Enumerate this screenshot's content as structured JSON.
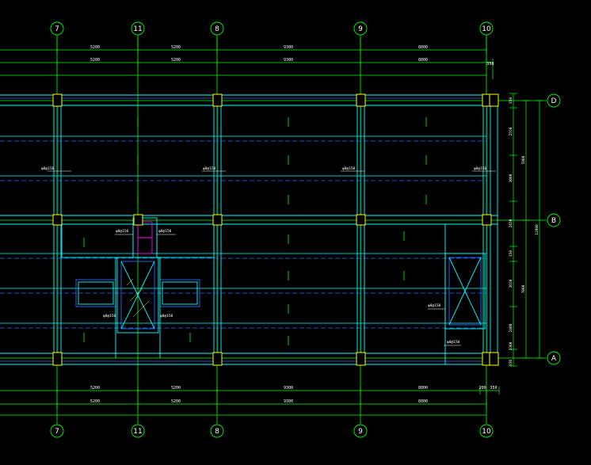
{
  "drawing": {
    "background": "#000000",
    "colors": {
      "gridline": "#00ff00",
      "beam": "#00ffff",
      "beam_inner": "#2a6bff",
      "column": "#ffff00",
      "dashed": "#2a6bff",
      "opening": "#ff00ff",
      "text": "#ffffff",
      "dim": "#00ff00",
      "hatch": "#ffff00"
    },
    "column_axes": [
      "7",
      "11",
      "8",
      "9",
      "10"
    ],
    "row_axes": [
      "D",
      "B",
      "A"
    ],
    "dims_top_row1": [
      "5200",
      "5200",
      "9300",
      "8000"
    ],
    "dims_top_row2": [
      "5200",
      "5200",
      "9300",
      "8000",
      "350"
    ],
    "dims_bottom_row1": [
      "5200",
      "5200",
      "9300",
      "8000",
      "200",
      "350"
    ],
    "dims_bottom_row2": [
      "5200",
      "5200",
      "9300",
      "8000"
    ],
    "dims_right": [
      "350",
      "2550",
      "3000",
      "2450",
      "350",
      "2650",
      "2400",
      "2300",
      "350"
    ],
    "dims_right_total": [
      "5800",
      "7000"
    ],
    "total_right": "12800",
    "rebar_notes": [
      "φ8@150",
      "φ8@150",
      "φ8@150",
      "φ8@150",
      "φ8@150",
      "φ8@150",
      "φ8@150",
      "φ8@150",
      "φ8@150",
      "φ8@150"
    ],
    "slab_marks": [
      "1",
      "1",
      "1",
      "1",
      "1",
      "1",
      "1",
      "1",
      "1",
      "1",
      "1",
      "1",
      "1",
      "1",
      "1",
      "1",
      "1",
      "1"
    ]
  }
}
